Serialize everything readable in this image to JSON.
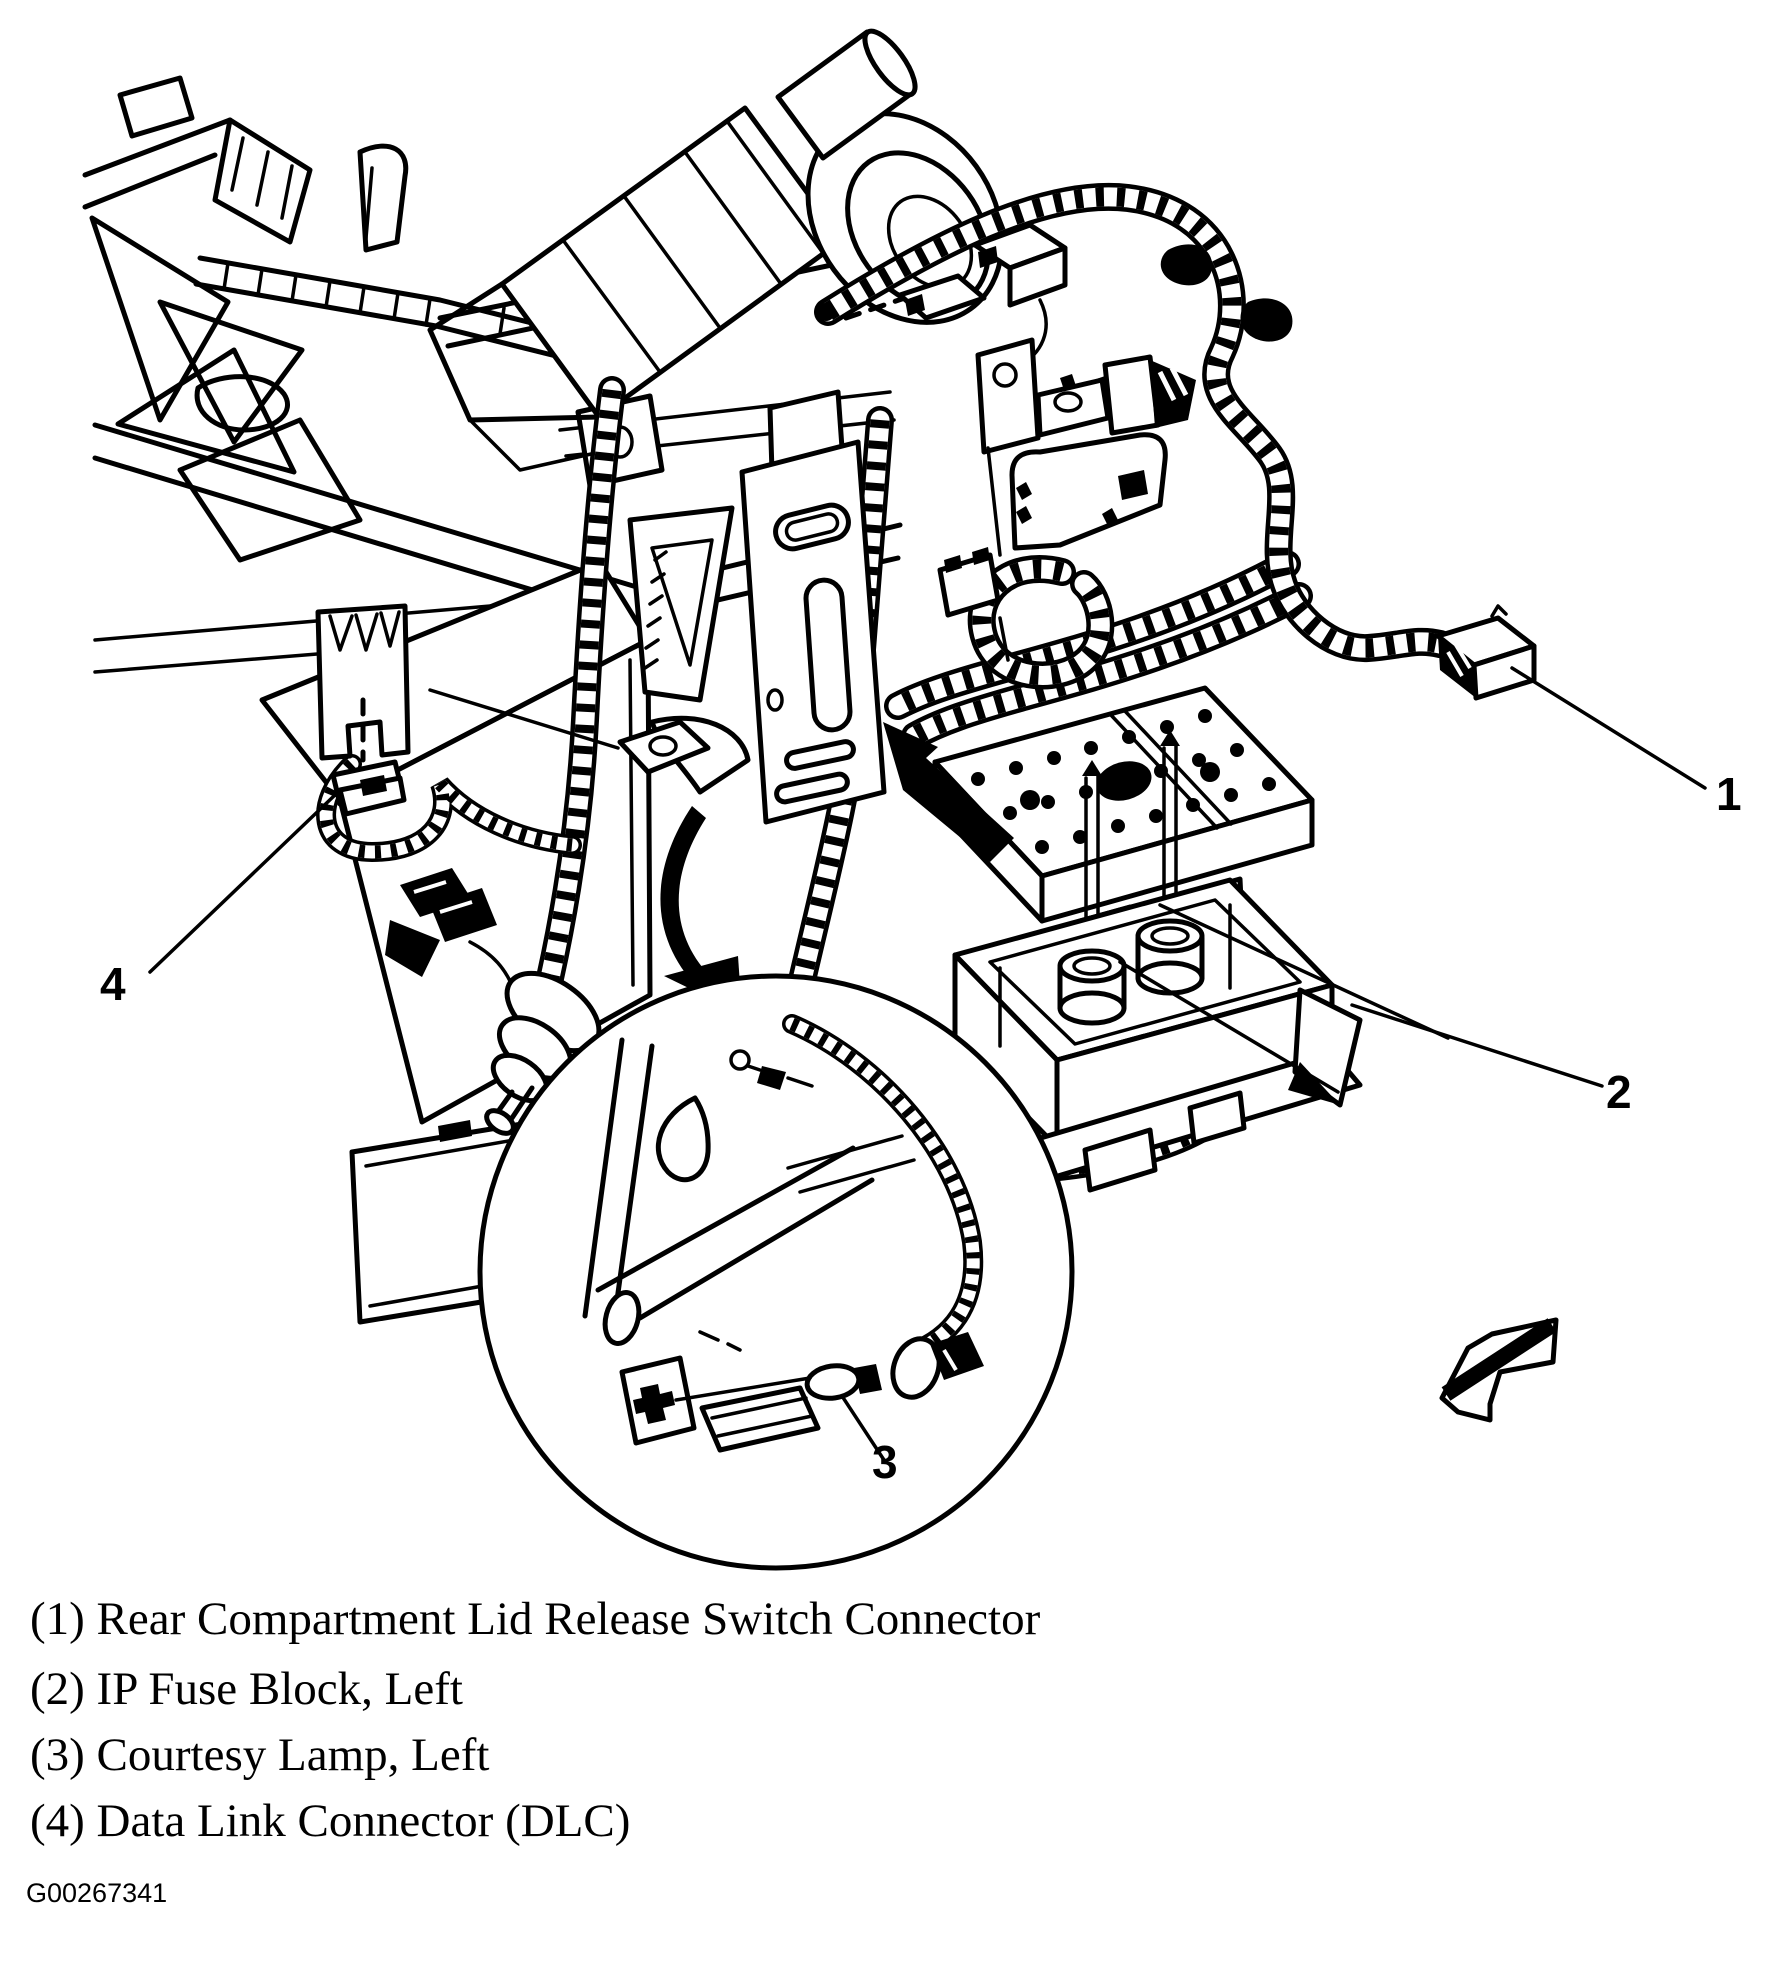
{
  "page": {
    "background": "#ffffff",
    "ink": "#000000",
    "type": "service-manual wiring illustration"
  },
  "callouts": {
    "c1": "1",
    "c2": "2",
    "c3": "3",
    "c4": "4"
  },
  "legend": {
    "items": [
      "(1) Rear Compartment Lid Release Switch Connector",
      "(2) IP Fuse Block, Left",
      "(3) Courtesy Lamp, Left",
      "(4) Data Link Connector (DLC)"
    ]
  },
  "figure_id": "G00267341",
  "icons": {
    "pointer_arrow": "solid-black-arrow-up-left",
    "detail_arrow": "curved-swoosh-arrow-down",
    "direction_arrow": "outlined-3d-arrow-down-left"
  }
}
